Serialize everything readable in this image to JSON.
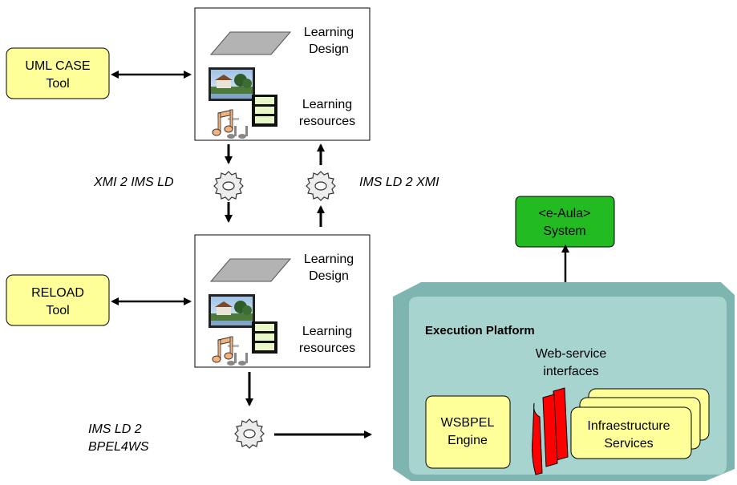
{
  "tools": {
    "uml": {
      "line1": "UML CASE",
      "line2": "Tool"
    },
    "reload": {
      "line1": "RELOAD",
      "line2": "Tool"
    }
  },
  "package_top": {
    "design_line1": "Learning",
    "design_line2": "Design",
    "resources_line1": "Learning",
    "resources_line2": "resources"
  },
  "package_bottom": {
    "design_line1": "Learning",
    "design_line2": "Design",
    "resources_line1": "Learning",
    "resources_line2": "resources"
  },
  "transforms": {
    "xmi_to_ld": "XMI 2 IMS LD",
    "ld_to_xmi": "IMS LD 2 XMI",
    "ld_to_bpel_line1": "IMS LD 2",
    "ld_to_bpel_line2": "BPEL4WS"
  },
  "eaula": {
    "line1": "<e-Aula>",
    "line2": "System"
  },
  "platform": {
    "title": "Execution Platform",
    "ws_line1": "Web-service",
    "ws_line2": "interfaces",
    "engine_line1": "WSBPEL",
    "engine_line2": "Engine",
    "infra_line1": "Infraestructure",
    "infra_line2": "Services"
  },
  "colors": {
    "tool_fill": "#ffff99",
    "eaula_fill": "#22bb22",
    "platform_fill": "#a8d4d0",
    "interface_red": "#ff0000"
  }
}
